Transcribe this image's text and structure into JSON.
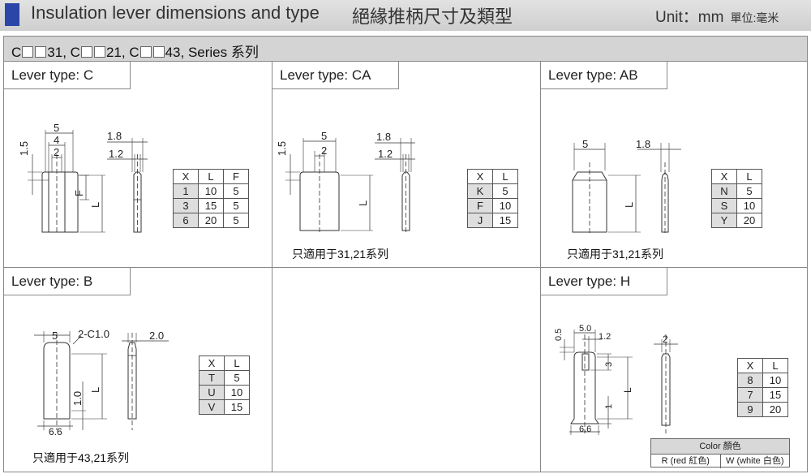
{
  "header": {
    "title": "Insulation lever dimensions and type",
    "title_cn": "絕緣推柄尺寸及類型",
    "unit": "Unit：mm",
    "unit_cn": "單位:毫米"
  },
  "series": {
    "prefix1": "C",
    "suffix1": "31,",
    "prefix2": "C",
    "suffix2": "21,",
    "prefix3": "C",
    "suffix3": "43, Series 系列"
  },
  "panels": {
    "c": {
      "label": "Lever type: C",
      "dims": {
        "d5": "5",
        "d4": "4",
        "d2": "2",
        "d15": "1.5",
        "d18": "1.8",
        "d12": "1.2",
        "f": "F",
        "l": "L"
      },
      "table": {
        "headers": [
          "X",
          "L",
          "F"
        ],
        "rows": [
          [
            "1",
            "10",
            "5"
          ],
          [
            "3",
            "15",
            "5"
          ],
          [
            "6",
            "20",
            "5"
          ]
        ]
      }
    },
    "ca": {
      "label": "Lever type: CA",
      "dims": {
        "d5": "5",
        "d2": "2",
        "d15": "1.5",
        "d18": "1.8",
        "d12": "1.2",
        "l": "L"
      },
      "table": {
        "headers": [
          "X",
          "L"
        ],
        "rows": [
          [
            "K",
            "5"
          ],
          [
            "F",
            "10"
          ],
          [
            "J",
            "15"
          ]
        ]
      },
      "note": "只適用于31,21系列"
    },
    "ab": {
      "label": "Lever type: AB",
      "dims": {
        "d5": "5",
        "d18": "1.8",
        "l": "L"
      },
      "table": {
        "headers": [
          "X",
          "L"
        ],
        "rows": [
          [
            "N",
            "5"
          ],
          [
            "S",
            "10"
          ],
          [
            "Y",
            "20"
          ]
        ]
      },
      "note": "只適用于31,21系列"
    },
    "b": {
      "label": "Lever type: B",
      "dims": {
        "d5": "5",
        "c10": "2-C1.0",
        "d20": "2.0",
        "d10": "1.0",
        "l": "L",
        "d66": "6.6"
      },
      "table": {
        "headers": [
          "X",
          "L"
        ],
        "rows": [
          [
            "T",
            "5"
          ],
          [
            "U",
            "10"
          ],
          [
            "V",
            "15"
          ]
        ]
      },
      "note": "只適用于43,21系列"
    },
    "h": {
      "label": "Lever type: H",
      "dims": {
        "d05": "0.5",
        "d50": "5.0",
        "d12": "1.2",
        "d3": "3",
        "d1": "1",
        "l": "L",
        "d66": "6.6",
        "d2": "2"
      },
      "table": {
        "headers": [
          "X",
          "L"
        ],
        "rows": [
          [
            "8",
            "10"
          ],
          [
            "7",
            "15"
          ],
          [
            "9",
            "20"
          ]
        ]
      },
      "color": {
        "title": "Color 顏色",
        "red": "R (red 紅色)",
        "white": "W (white 白色)"
      }
    }
  }
}
